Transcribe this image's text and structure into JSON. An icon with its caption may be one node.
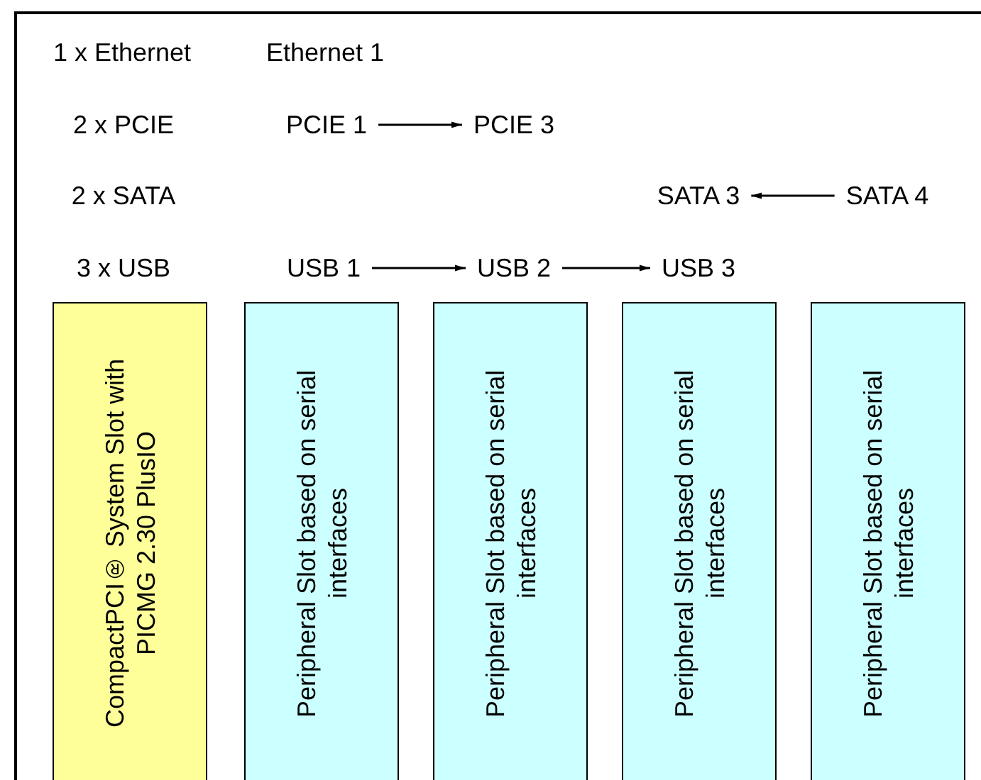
{
  "diagram": {
    "nodes": [
      {
        "text": [
          "PCIE 1"
        ]
      },
      {
        "text": [
          "PCIE 3"
        ]
      },
      {
        "text": [
          "SATA 3"
        ]
      },
      {
        "text": [
          "SATA 4"
        ]
      },
      {
        "text": [
          "USB 1"
        ]
      },
      {
        "text": [
          "USB 2"
        ]
      },
      {
        "text": [
          "USB 3"
        ]
      },
      {
        "text": [
          "CompactPCI® System Slot with PICMG 2.30 PlusIO"
        ]
      },
      {
        "text": [
          "Peripheral Slot based on serial interfaces"
        ]
      },
      {
        "text": [
          "Peripheral Slot based on serial interfaces"
        ]
      },
      {
        "text": [
          "Peripheral Slot based on serial interfaces"
        ]
      },
      {
        "text": [
          "Peripheral Slot based on serial interfaces"
        ]
      }
    ],
    "edges": [
      {
        "from": 0,
        "to": 1,
        "arrow": "to"
      },
      {
        "from": 3,
        "to": 2,
        "arrow": "to"
      },
      {
        "from": 4,
        "to": 5,
        "arrow": "to"
      },
      {
        "from": 5,
        "to": 6,
        "arrow": "to"
      }
    ],
    "labels": [
      "1 x Ethernet",
      "Ethernet 1",
      "2 x PCIE",
      "2 x SATA",
      "3 x USB"
    ]
  }
}
